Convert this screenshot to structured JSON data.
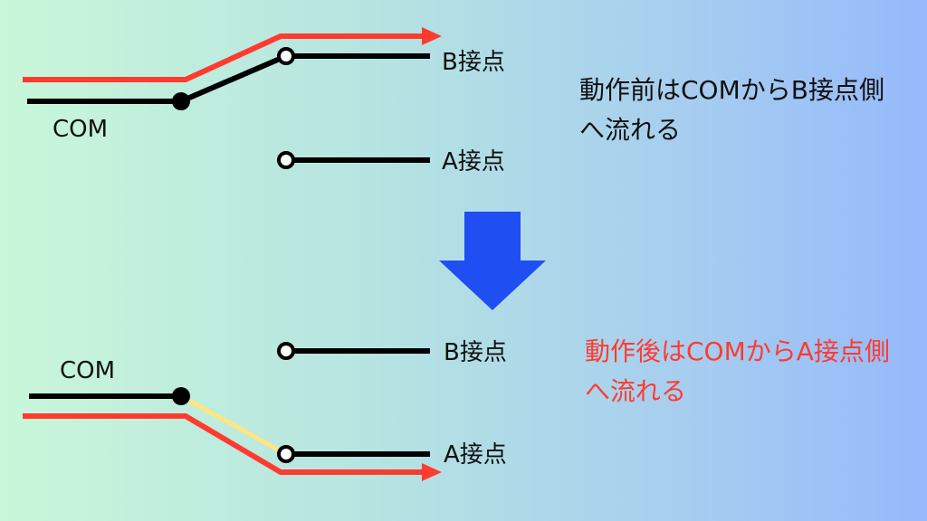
{
  "before": {
    "com_label": "COM",
    "contact_b_label": "B接点",
    "contact_a_label": "A接点",
    "description": "動作前はCOMからB接点側へ流れる"
  },
  "after": {
    "com_label": "COM",
    "contact_b_label": "B接点",
    "contact_a_label": "A接点",
    "description": "動作後はCOMからA接点側へ流れる"
  },
  "colors": {
    "wire": "#000000",
    "current_path": "#ff3b30",
    "moving_contact": "#ffe680",
    "arrow": "#1f4ff2",
    "after_text": "#ff3b30",
    "before_text": "#111111"
  },
  "icons": {
    "transition": "down-arrow-icon"
  }
}
